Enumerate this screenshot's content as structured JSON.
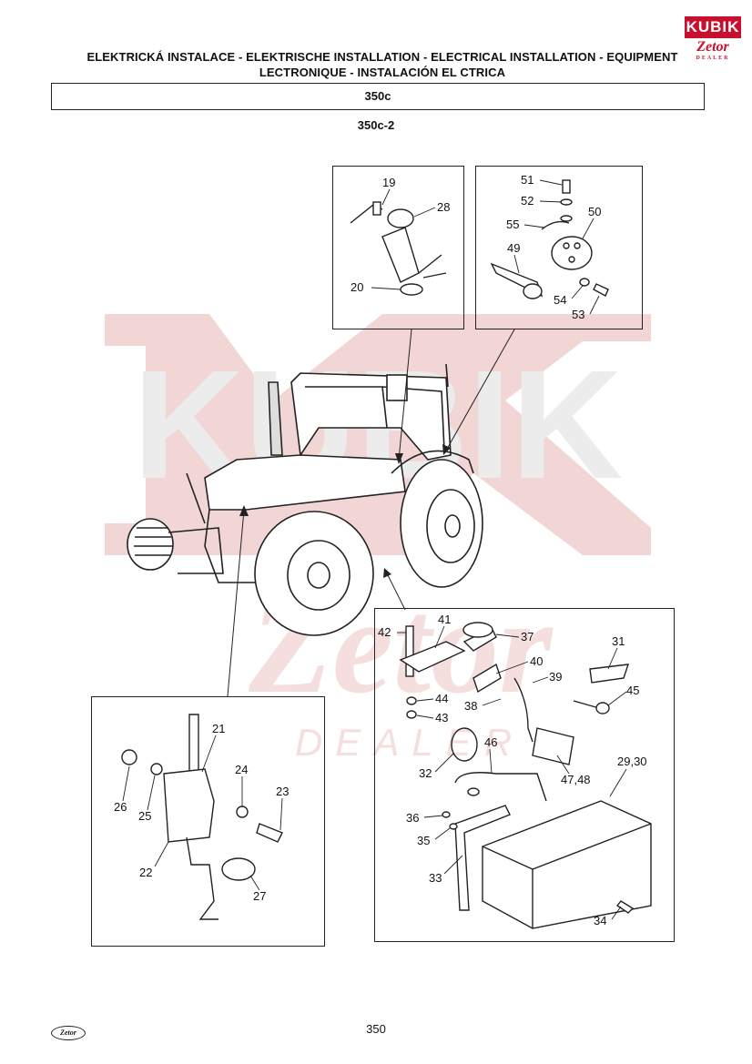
{
  "header": {
    "title_line1": "ELEKTRICKÁ INSTALACE - ELEKTRISCHE INSTALLATION - ELECTRICAL INSTALLATION - EQUIPMENT",
    "title_line2": "LECTRONIQUE - INSTALACIÓN EL  CTRICA",
    "section": "350c",
    "subsection": "350c-2"
  },
  "logo": {
    "top": "KUBIK",
    "bottom": "Zetor",
    "tag": "DEALER"
  },
  "watermark": {
    "text1": "KUBIK",
    "text2": "Zetor",
    "text3": "DEALER",
    "color": "#e8b4b4"
  },
  "parts": {
    "inset_top_left": [
      "19",
      "28",
      "20"
    ],
    "inset_top_right": [
      "51",
      "52",
      "55",
      "50",
      "49",
      "54",
      "53"
    ],
    "inset_bottom_left": [
      "21",
      "26",
      "25",
      "24",
      "23",
      "22",
      "27"
    ],
    "inset_bottom_right": [
      "42",
      "41",
      "37",
      "40",
      "31",
      "39",
      "44",
      "38",
      "45",
      "43",
      "46",
      "29,30",
      "32",
      "47,48",
      "36",
      "35",
      "33",
      "34"
    ]
  },
  "footer": {
    "page": "350",
    "logo": "Zetor"
  }
}
